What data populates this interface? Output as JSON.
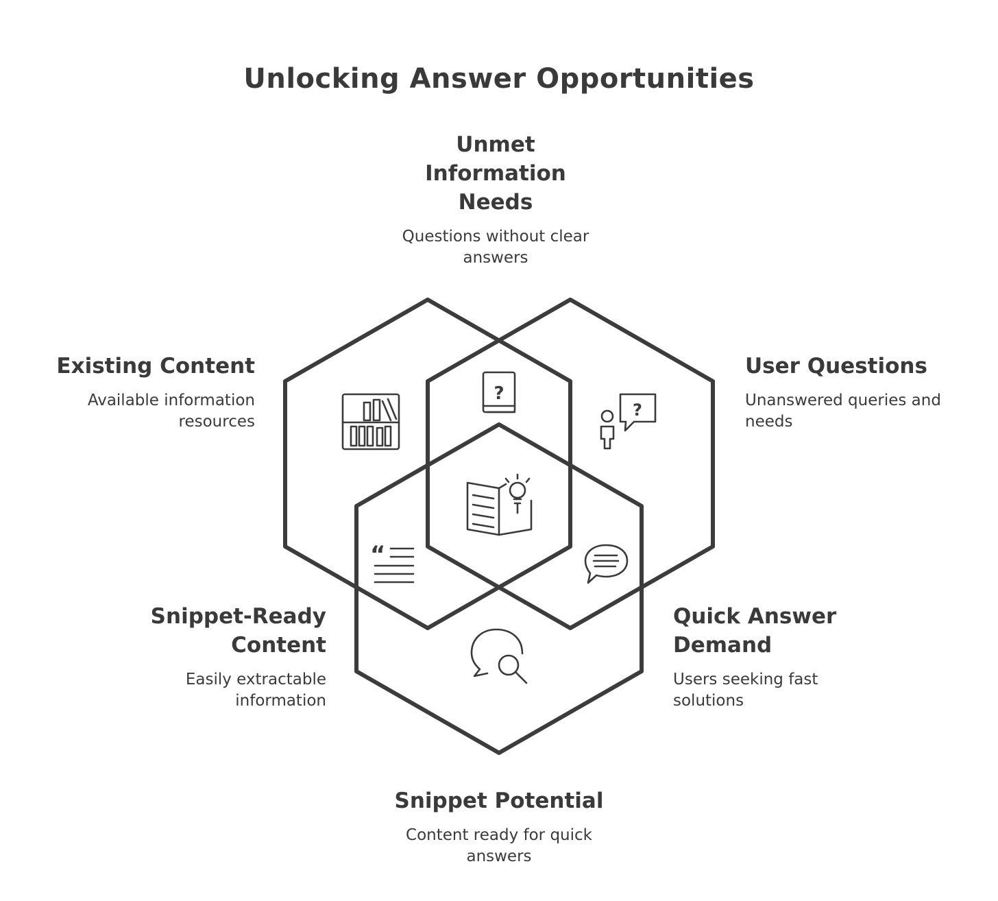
{
  "title": "Unlocking Answer Opportunities",
  "sections": {
    "unmet": {
      "title_lines": [
        "Unmet",
        "Information",
        "Needs"
      ],
      "description_lines": [
        "Questions without clear",
        "answers"
      ]
    },
    "existing": {
      "title": "Existing Content",
      "description_lines": [
        "Available information",
        "resources"
      ]
    },
    "user_questions": {
      "title": "User Questions",
      "description_lines": [
        "Unanswered queries and",
        "needs"
      ]
    },
    "snippet_ready": {
      "title_lines": [
        "Snippet-Ready",
        "Content"
      ],
      "description_lines": [
        "Easily extractable",
        "information"
      ]
    },
    "quick_answer": {
      "title_lines": [
        "Quick Answer",
        "Demand"
      ],
      "description_lines": [
        "Users seeking fast",
        "solutions"
      ]
    },
    "snippet_potential": {
      "title": "Snippet Potential",
      "description_lines": [
        "Content ready for quick",
        "answers"
      ]
    }
  },
  "icons": {
    "existing": "bookshelf-icon",
    "unmet": "question-book-icon",
    "user_questions": "person-question-bubble-icon",
    "center": "open-book-lightbulb-icon",
    "snippet_ready": "quote-text-icon",
    "quick_answer": "chat-bubble-lines-icon",
    "snippet_potential": "chat-search-icon"
  },
  "colors": {
    "stroke": "#3c3c3c",
    "text": "#3a3a3a",
    "background": "#ffffff"
  }
}
